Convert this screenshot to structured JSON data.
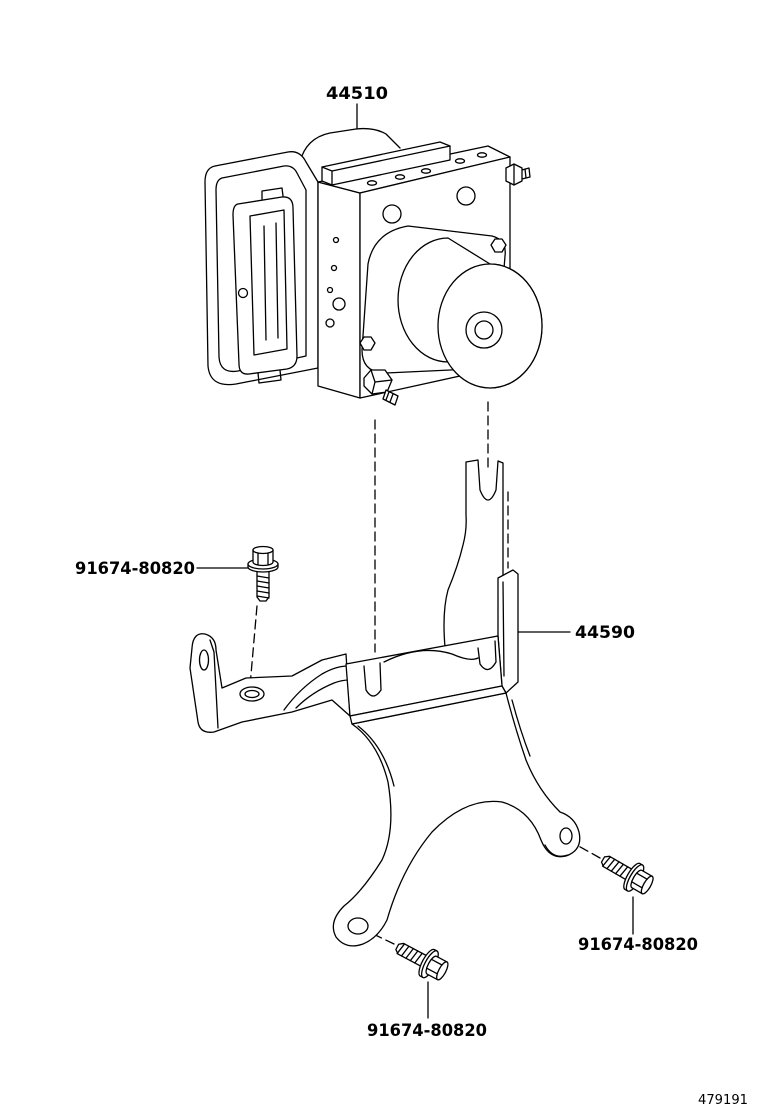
{
  "callouts": [
    "44510",
    "91674-80820",
    "44590",
    "91674-80820",
    "91674-80820"
  ],
  "illustration_number": "479191",
  "colors": {
    "line": "#000000",
    "background": "#ffffff"
  }
}
